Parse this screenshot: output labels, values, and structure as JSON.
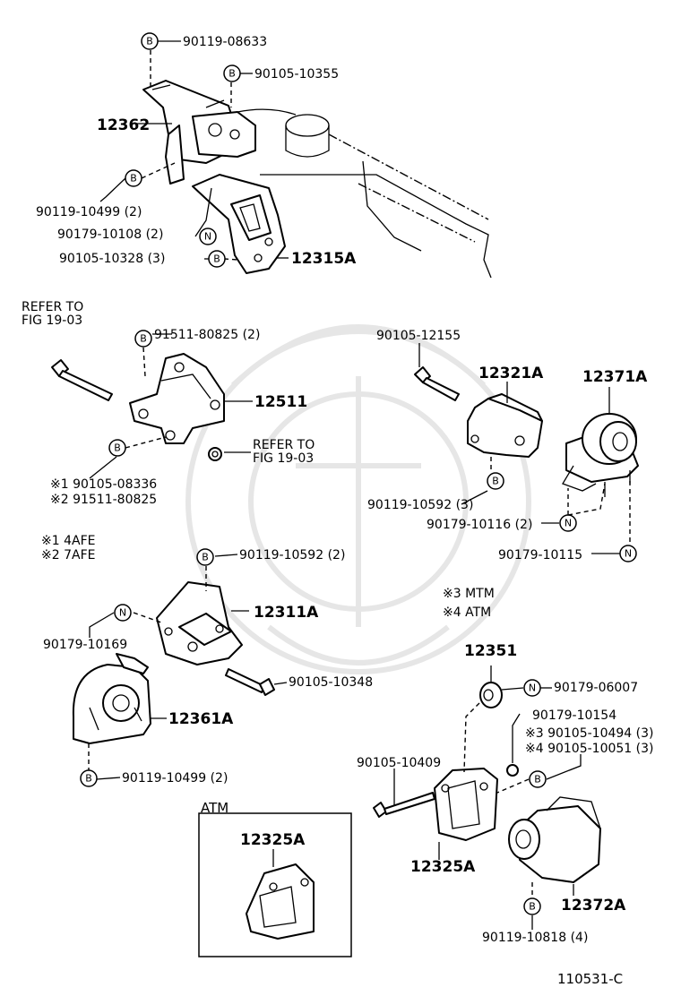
{
  "labels": {
    "b1": "90119-08633",
    "b2": "90105-10355",
    "p12362": "12362",
    "b3": "90119-10499 (2)",
    "n1": "90179-10108 (2)",
    "b4": "90105-10328 (3)",
    "p12315a": "12315A",
    "refer1a": "REFER TO",
    "refer1b": "FIG 19-03",
    "b5": "91511-80825 (2)",
    "p12511": "12511",
    "refer2a": "REFER TO",
    "refer2b": "FIG 19-03",
    "note1": "※1 90105-08336",
    "note2": "※2 91511-80825",
    "leg1": "※1 4AFE",
    "leg2": "※2 7AFE",
    "b6": "90105-12155",
    "p12321a": "12321A",
    "p12371a": "12371A",
    "b7": "90119-10592 (3)",
    "n2": "90179-10116 (2)",
    "n3": "90179-10115",
    "b8": "90119-10592 (2)",
    "p12311a": "12311A",
    "n4": "90179-10169",
    "b9": "90105-10348",
    "leg3": "※3  MTM",
    "leg4": "※4  ATM",
    "p12351": "12351",
    "n5": "90179-06007",
    "p12361a": "12361A",
    "b10": "90179-10154",
    "note3": "※3 90105-10494 (3)",
    "note4": "※4 90105-10051 (3)",
    "b11": "90105-10409",
    "b12": "90119-10499 (2)",
    "atm_box": "ATM",
    "p12325a_box": "12325A",
    "p12325a": "12325A",
    "p12372a": "12372A",
    "b13": "90119-10818 (4)",
    "figure_id": "110531-C"
  },
  "callout_letters": {
    "bolt": "B",
    "nut": "N"
  }
}
